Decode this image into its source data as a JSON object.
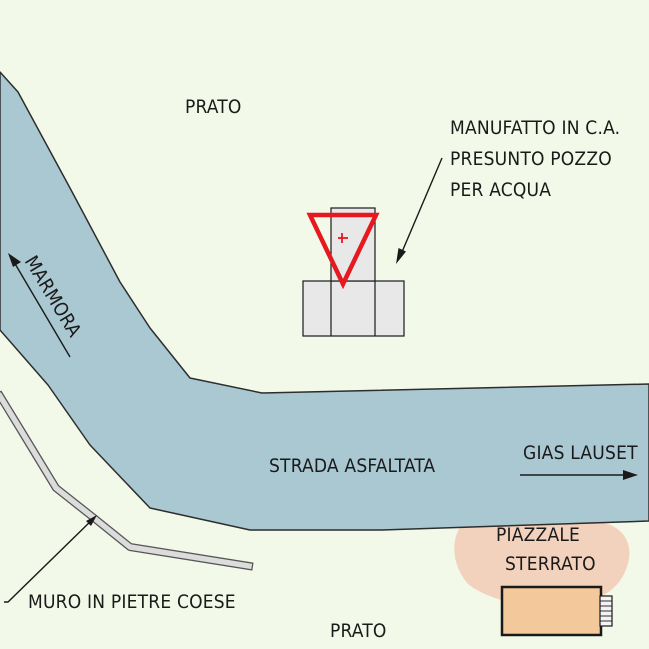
{
  "map": {
    "labels": {
      "prato_top": "PRATO",
      "prato_bottom": "PRATO",
      "manufatto_line1": "MANUFATTO IN C.A.",
      "manufatto_line2": "PRESUNTO POZZO",
      "manufatto_line3": "PER ACQUA",
      "marmora": "MARMORA",
      "strada": "STRADA ASFALTATA",
      "gias_lauset": "GIAS LAUSET",
      "piazzale_line1": "PIAZZALE",
      "piazzale_line2": "STERRATO",
      "muro": "MURO IN PIETRE COESE"
    },
    "colors": {
      "background": "#f3f9e9",
      "road_fill": "#a9c8d2",
      "road_stroke": "#2d2d2d",
      "gravel_fill": "#f2d2bc",
      "building_fill": "#e8e8e8",
      "tank_fill": "#f3c89a",
      "wall_fill": "#dcdcdc",
      "marker_red": "#e5191f"
    },
    "icons": [
      "warning-triangle-icon",
      "cross-marker-icon"
    ]
  }
}
